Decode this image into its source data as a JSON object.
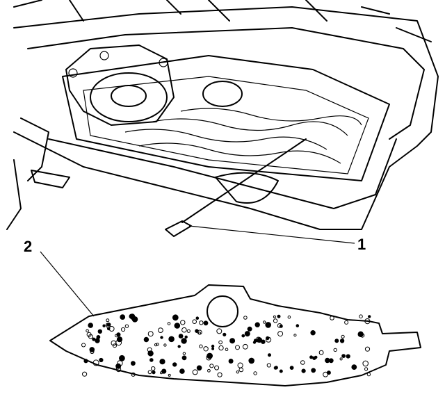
{
  "diagram": {
    "callouts": [
      {
        "id": "1",
        "label": "1",
        "part": "bolt"
      },
      {
        "id": "2",
        "label": "2",
        "part": "gasket-plate"
      }
    ]
  }
}
